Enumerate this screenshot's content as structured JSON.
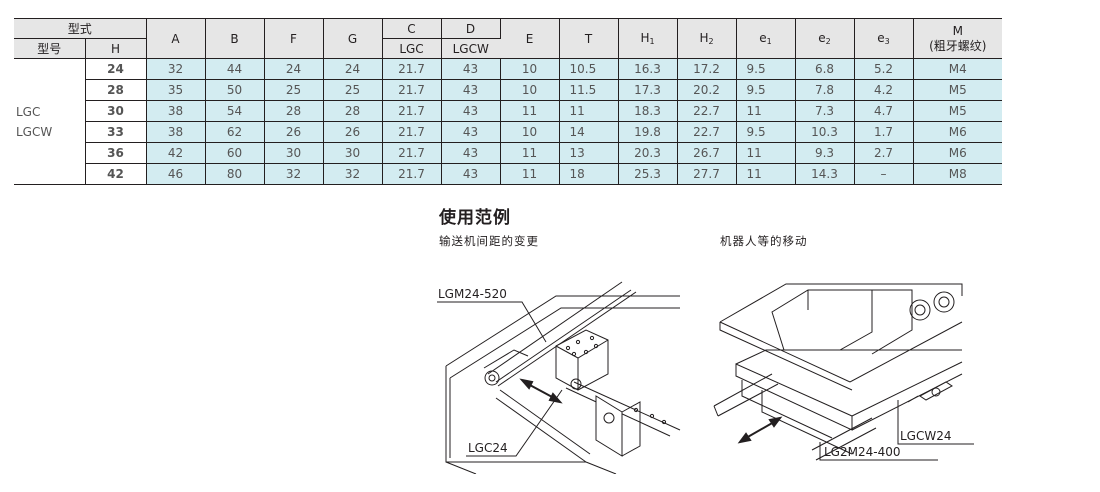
{
  "table": {
    "corner_top": "型式",
    "corner_model": "型号",
    "corner_h": "H",
    "col_a": "A",
    "col_b": "B",
    "col_f": "F",
    "col_g": "G",
    "col_c": "C",
    "col_c_sub": "LGC",
    "col_d": "D",
    "col_d_sub": "LGCW",
    "col_e": "E",
    "col_t": "T",
    "col_h1": "H",
    "col_h1_sub": "1",
    "col_h2": "H",
    "col_h2_sub": "2",
    "col_e1": "e",
    "col_e1_sub": "1",
    "col_e2": "e",
    "col_e2_sub": "2",
    "col_e3": "e",
    "col_e3_sub": "3",
    "col_m": "M",
    "col_m_sub": "(粗牙螺纹)",
    "model_line1": "LGC",
    "model_line2": "LGCW",
    "rows": [
      {
        "h": "24",
        "a": "32",
        "b": "44",
        "f": "24",
        "g": "24",
        "c": "21.7",
        "d": "43",
        "e": "10",
        "t": "10.5",
        "h1": "16.3",
        "h2": "17.2",
        "e1": "9.5",
        "e2": "6.8",
        "e3": "5.2",
        "m": "M4"
      },
      {
        "h": "28",
        "a": "35",
        "b": "50",
        "f": "25",
        "g": "25",
        "c": "21.7",
        "d": "43",
        "e": "10",
        "t": "11.5",
        "h1": "17.3",
        "h2": "20.2",
        "e1": "9.5",
        "e2": "7.8",
        "e3": "4.2",
        "m": "M5"
      },
      {
        "h": "30",
        "a": "38",
        "b": "54",
        "f": "28",
        "g": "28",
        "c": "21.7",
        "d": "43",
        "e": "11",
        "t": "11",
        "h1": "18.3",
        "h2": "22.7",
        "e1": "11",
        "e2": "7.3",
        "e3": "4.7",
        "m": "M5"
      },
      {
        "h": "33",
        "a": "38",
        "b": "62",
        "f": "26",
        "g": "26",
        "c": "21.7",
        "d": "43",
        "e": "10",
        "t": "14",
        "h1": "19.8",
        "h2": "22.7",
        "e1": "9.5",
        "e2": "10.3",
        "e3": "1.7",
        "m": "M6"
      },
      {
        "h": "36",
        "a": "42",
        "b": "60",
        "f": "30",
        "g": "30",
        "c": "21.7",
        "d": "43",
        "e": "11",
        "t": "13",
        "h1": "20.3",
        "h2": "26.7",
        "e1": "11",
        "e2": "9.3",
        "e3": "2.7",
        "m": "M6"
      },
      {
        "h": "42",
        "a": "46",
        "b": "80",
        "f": "32",
        "g": "32",
        "c": "21.7",
        "d": "43",
        "e": "11",
        "t": "18",
        "h1": "25.3",
        "h2": "27.7",
        "e1": "11",
        "e2": "14.3",
        "e3": "–",
        "m": "M8"
      }
    ]
  },
  "usage": {
    "title": "使用范例",
    "caption_left": "输送机间距的变更",
    "caption_right": "机器人等的移动",
    "label_lgm": "LGM24-520",
    "label_lgc": "LGC24",
    "label_lgcw": "LGCW24",
    "label_lg2m": "LG2M24-400"
  },
  "colors": {
    "cell_bg": "#d3ecf1",
    "accent": "#1e90c8",
    "header_bg": "#e6e6e6"
  }
}
